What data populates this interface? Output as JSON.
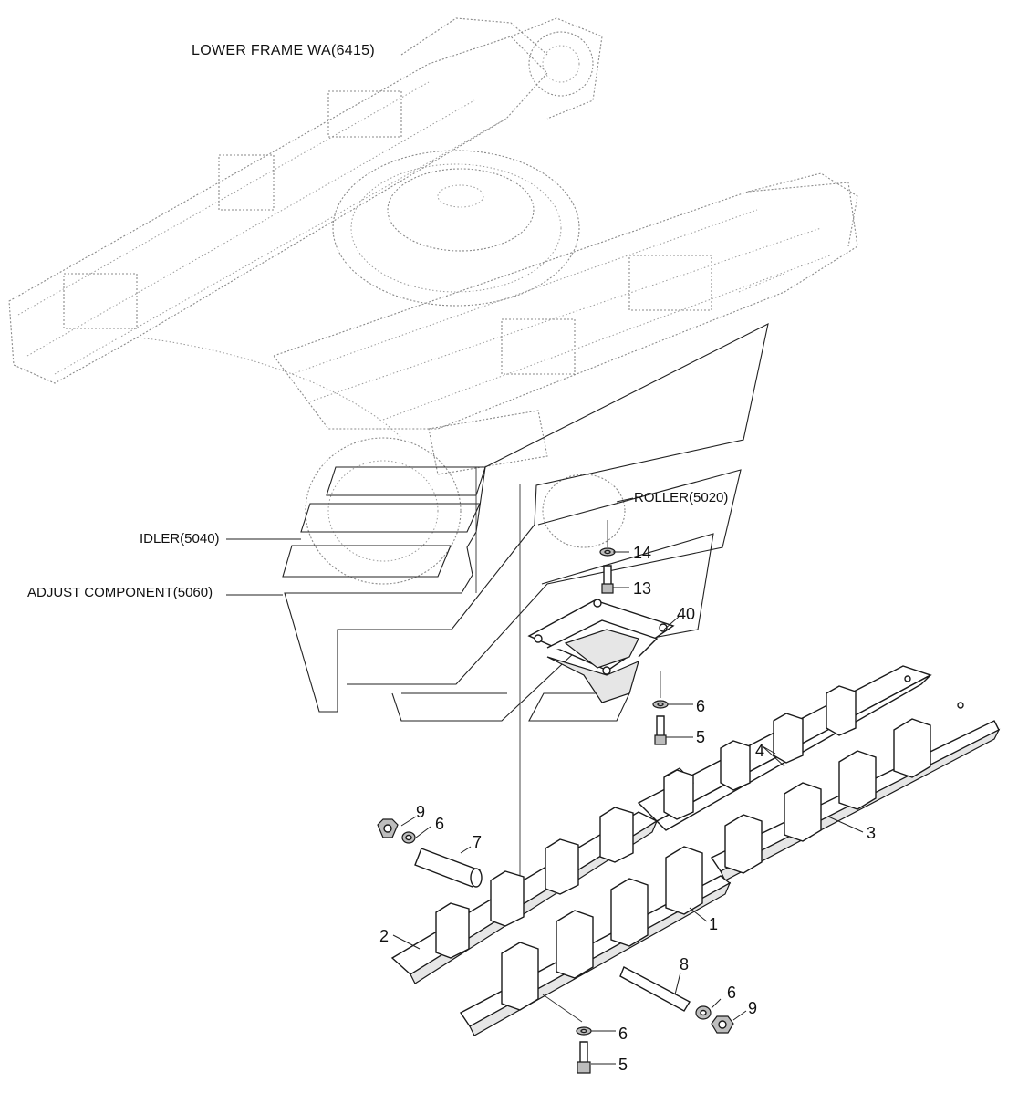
{
  "title": "LOWER FRAME WA(6415)",
  "references": {
    "roller": "ROLLER(5020)",
    "idler": "IDLER(5040)",
    "adjust": "ADJUST COMPONENT(5060)"
  },
  "callouts": {
    "c14": "14",
    "c13": "13",
    "c40": "40",
    "c6a": "6",
    "c5a": "5",
    "c4": "4",
    "c3": "3",
    "c9a": "9",
    "c6b": "6",
    "c7": "7",
    "c2": "2",
    "c1": "1",
    "c8": "8",
    "c6c": "6",
    "c9b": "9",
    "c6d": "6",
    "c5b": "5"
  }
}
